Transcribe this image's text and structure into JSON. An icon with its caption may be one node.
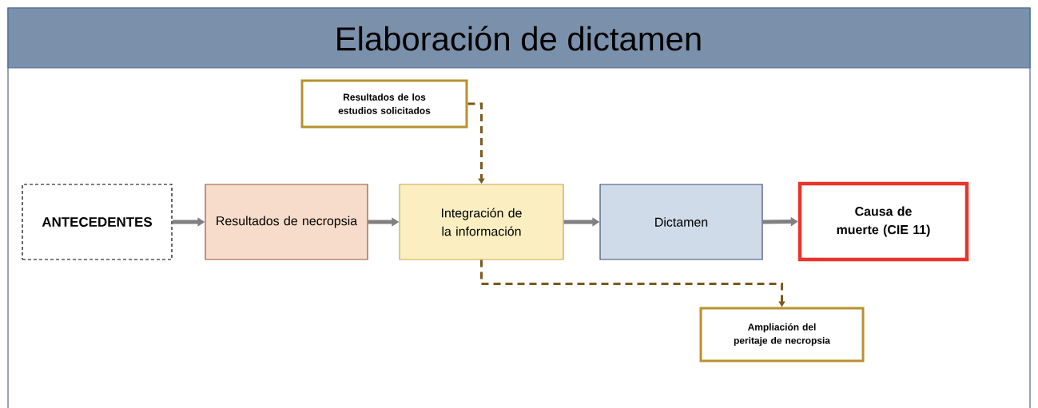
{
  "diagram": {
    "title": "Elaboración de dictamen",
    "nodes": [
      {
        "text": [
          "ANTECEDENTES"
        ]
      },
      {
        "text": [
          "Resultados de necropsia"
        ]
      },
      {
        "text": [
          "Integración de la información"
        ]
      },
      {
        "text": [
          "Dictamen"
        ]
      },
      {
        "text": [
          "Causa de muerte (CIE 11)"
        ]
      },
      {
        "text": [
          "Resultados de los estudios solicitados"
        ]
      },
      {
        "text": [
          "Ampliación del peritaje de necropsia"
        ]
      }
    ],
    "edges": [
      {
        "from": 0,
        "to": 1,
        "arrow": "to"
      },
      {
        "from": 1,
        "to": 2,
        "arrow": "to"
      },
      {
        "from": 2,
        "to": 3,
        "arrow": "to"
      },
      {
        "from": 3,
        "to": 4,
        "arrow": "to"
      },
      {
        "from": 5,
        "to": 2,
        "arrow": "to",
        "style": "dashed",
        "color": "#7a5a1e"
      },
      {
        "from": 2,
        "to": 6,
        "arrow": "to",
        "style": "dashed",
        "color": "#7a5a1e"
      }
    ]
  }
}
